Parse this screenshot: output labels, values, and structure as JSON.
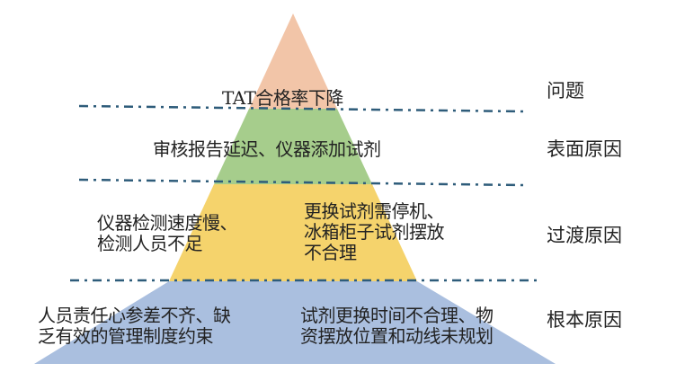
{
  "layers": [
    {
      "label": "问题",
      "texts": [
        "TAT合格率下降"
      ],
      "color": "#F2C5A8"
    },
    {
      "label": "表面原因",
      "texts": [
        "审核报告延迟、仪器添加试剂"
      ],
      "color": "#A6CD8C"
    },
    {
      "label": "过渡原因",
      "texts": [
        "仪器检测速度慢、\n检测人员不足",
        "更换试剂需停机、\n冰箱柜子试剂摆放\n不合理"
      ],
      "color": "#F5D36C"
    },
    {
      "label": "根本原因",
      "texts": [
        "人员责任心参差不齐、缺\n乏有效的管理制度约束",
        "试剂更换时间不合理、物\n资摆放位置和动线未规划"
      ],
      "color": "#AABFDF"
    }
  ],
  "divider_color": "#2E5C7A"
}
